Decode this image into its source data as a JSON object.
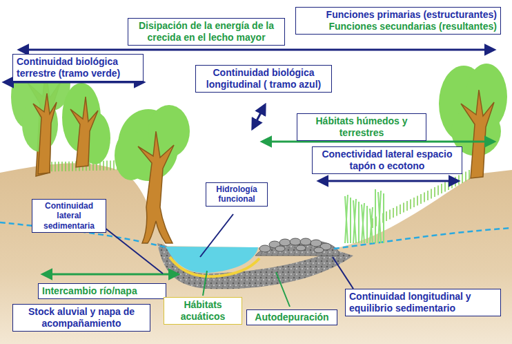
{
  "diagram": {
    "nodes": [
      {
        "text": [
          "Funciones primarias (estructurantes)",
          "Funciones secundarias (resultantes)"
        ]
      },
      {
        "text": [
          "Disipación de la energía de la crecida en el lecho mayor"
        ]
      },
      {
        "text": [
          "Continuidad biológica terrestre (tramo verde)"
        ]
      },
      {
        "text": [
          "Continuidad biológica longitudinal ( tramo azul)"
        ]
      },
      {
        "text": [
          "Hábitats húmedos y terrestres"
        ]
      },
      {
        "text": [
          "Conectividad lateral espacio tapón o ecotono"
        ]
      },
      {
        "text": [
          "Hidrología funcional"
        ]
      },
      {
        "text": [
          "Continuidad lateral sedimentaria"
        ]
      },
      {
        "text": [
          "Intercambio río/napa"
        ]
      },
      {
        "text": [
          "Continuidad longitudinal y equilibrio sedimentario"
        ]
      },
      {
        "text": [
          "Stock aluvial y napa de acompañamiento"
        ]
      },
      {
        "text": [
          "Hábitats acuáticos"
        ]
      },
      {
        "text": [
          "Autodepuración"
        ]
      }
    ]
  }
}
